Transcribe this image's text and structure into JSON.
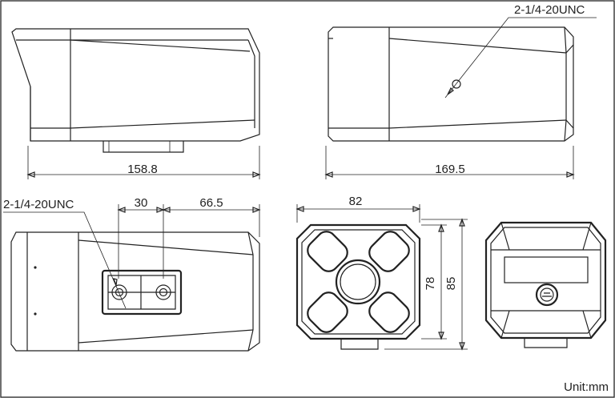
{
  "dimensions": {
    "length_side": "158.8",
    "length_top": "169.5",
    "mount_spacing": "30",
    "mount_offset": "66.5",
    "width_front": "82",
    "height_inner": "78",
    "height_outer": "85"
  },
  "labels": {
    "thread_top": "2-1/4-20UNC",
    "thread_bottom": "2-1/4-20UNC",
    "unit": "Unit:mm"
  }
}
